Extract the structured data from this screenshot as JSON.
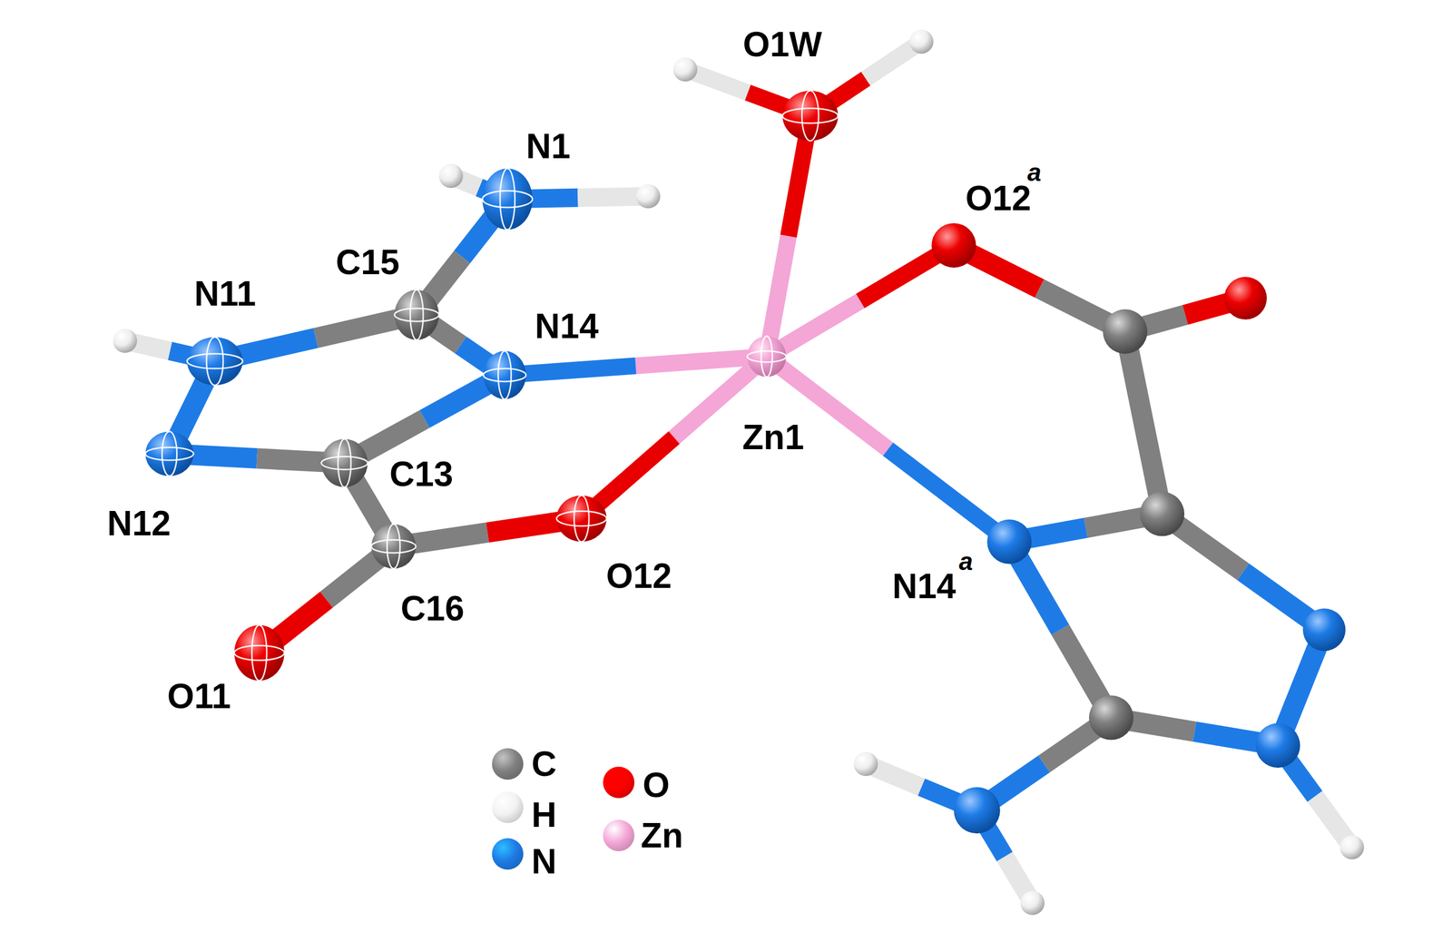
{
  "diagram": {
    "labels": [
      "O1W",
      "N1",
      "O12",
      "a",
      "C15",
      "N11",
      "N14",
      "Zn1",
      "C13",
      "N12",
      "O12",
      "C16",
      "O11",
      "N14",
      "a"
    ],
    "legend": [
      {
        "text": "C",
        "color": "#808080"
      },
      {
        "text": "O",
        "color": "#ff0000"
      },
      {
        "text": "H",
        "color": "#f2f2f2"
      },
      {
        "text": "Zn",
        "color": "#f4a6d7"
      },
      {
        "text": "N",
        "color": "#1e7be6"
      }
    ]
  }
}
